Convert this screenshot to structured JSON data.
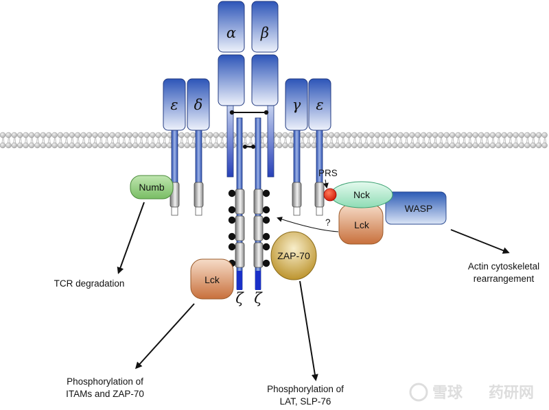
{
  "subunits": {
    "alpha": "α",
    "beta": "β",
    "epsilon_left": "ε",
    "delta": "δ",
    "gamma": "γ",
    "epsilon_right": "ε",
    "zeta_left": "ζ",
    "zeta_right": "ζ"
  },
  "proteins": {
    "numb": "Numb",
    "nck": "Nck",
    "wasp": "WASP",
    "lck_top": "Lck",
    "lck_bottom": "Lck",
    "zap70": "ZAP-70"
  },
  "labels": {
    "prs": "PRS",
    "question": "?"
  },
  "outcomes": {
    "tcr_degradation": "TCR degradation",
    "actin_line1": "Actin cytoskeletal",
    "actin_line2": "rearrangement",
    "itam_line1": "Phosphorylation of",
    "itam_line2": "ITAMs and ZAP-70",
    "lat_line1": "Phosphorylation of",
    "lat_line2": "LAT, SLP-76"
  },
  "watermark": {
    "brand": "雪球",
    "source": "药研网"
  },
  "colors": {
    "receptor_blue": "#2d55b8",
    "receptor_light": "#dfe7f7",
    "membrane_head": "#c8c8c8",
    "numb_green": "#8ccc78",
    "nck_green": "#b6ecd0",
    "wasp_blue": "#4f7bc4",
    "lck_orange": "#d4804c",
    "zap_gold": "#c9a030",
    "prs_red": "#e02a10"
  }
}
